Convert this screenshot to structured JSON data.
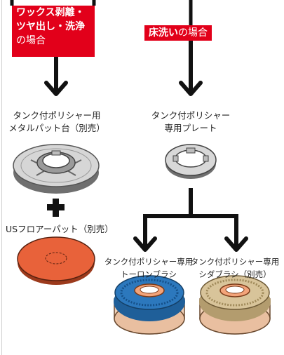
{
  "wax_box": {
    "line1": "ワックス剥離・",
    "line2": "ツヤ出し・洗浄",
    "line3": "の場合"
  },
  "floor_box": {
    "bold": "床洗い",
    "rest": "の場合"
  },
  "left_col": {
    "label1_line1": "タンク付ポリシャー用",
    "label1_line2": "メタルパット台（別売）",
    "plus": "+",
    "label2": "USフロアーパット（別売）"
  },
  "right_col": {
    "label_line1": "タンク付ポリシャー",
    "label_line2": "専用プレート"
  },
  "brush_left": {
    "line1": "タンク付ポリシャー専用",
    "line2": "トーロンブラシ"
  },
  "brush_right": {
    "line1": "タンク付ポリシャー専用",
    "line2": "シダブラシ（別売）"
  },
  "colors": {
    "red": "#e2001a",
    "pad": "#e8623a",
    "toron": "#1f6fb0",
    "shida": "#c9b48a"
  }
}
